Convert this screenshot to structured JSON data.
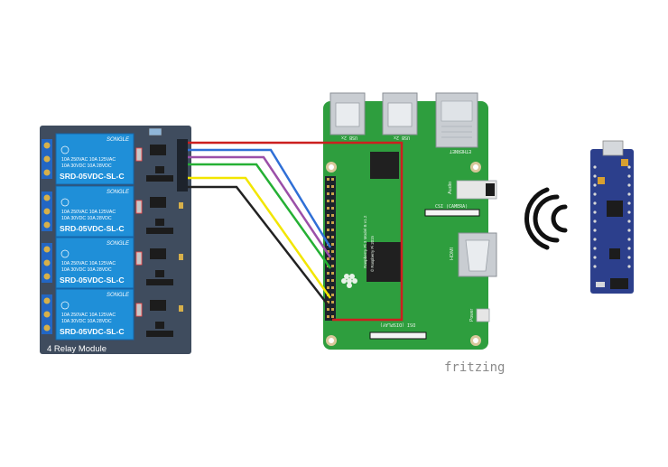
{
  "relay_module": {
    "label": "4 Relay Module",
    "relays": [
      {
        "brand": "SONGLE",
        "rating_1": "10A 250VAC  10A 125VAC",
        "rating_2": "10A  30VDC  10A  28VDC",
        "model": "SRD-05VDC-SL-C"
      },
      {
        "brand": "SONGLE",
        "rating_1": "10A 250VAC  10A 125VAC",
        "rating_2": "10A  30VDC  10A  28VDC",
        "model": "SRD-05VDC-SL-C"
      },
      {
        "brand": "SONGLE",
        "rating_1": "10A 250VAC  10A 125VAC",
        "rating_2": "10A  30VDC  10A  28VDC",
        "model": "SRD-05VDC-SL-C"
      },
      {
        "brand": "SONGLE",
        "rating_1": "10A 250VAC  10A 125VAC",
        "rating_2": "10A  30VDC  10A  28VDC",
        "model": "SRD-05VDC-SL-C"
      }
    ],
    "board_color": "#3f4c5e",
    "relay_color": "#1f8fd8"
  },
  "raspberry_pi": {
    "usb_label_1": "USB 2x",
    "usb_label_2": "USB 2x",
    "ethernet_label": "ETHERNET",
    "audio_label": "Audio",
    "csi_label": "CSI (CAMERA)",
    "hdmi_label": "HDMI",
    "dsi_label": "DSI (DISPLAY)",
    "power_label": "Power",
    "model_text": "Raspberry Pi 3 Model B v1.2",
    "copyright_text": "© Raspberry Pi 2015",
    "board_color": "#2e9e3e"
  },
  "wires": [
    {
      "color": "#cc1f1f"
    },
    {
      "color": "#2f6fd6"
    },
    {
      "color": "#9b4fa8"
    },
    {
      "color": "#25b034"
    },
    {
      "color": "#f2e600"
    },
    {
      "color": "#222222"
    }
  ],
  "wireless_icon": "wifi-signal-icon",
  "watermark": "fritzing"
}
